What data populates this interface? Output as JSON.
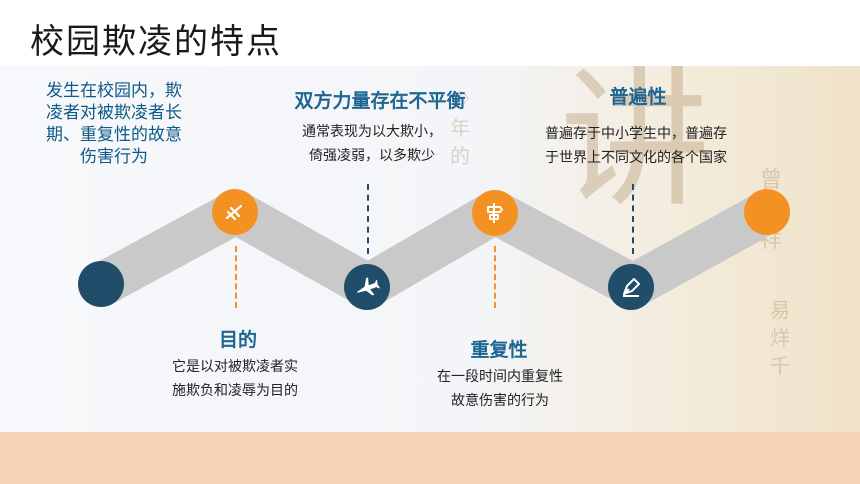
{
  "title": "校园欺凌的特点",
  "definition": [
    "发生在校园内，欺",
    "凌者对被欺凌者长",
    "期、重复性的故意",
    "伤害行为"
  ],
  "points": {
    "purpose": {
      "heading": "目的",
      "lines": [
        "它是以对被欺凌者实",
        "施欺负和凌辱为目的"
      ]
    },
    "imbalance": {
      "heading": "双方力量存在不平衡",
      "lines": [
        "通常表现为以大欺小，",
        "倚强凌弱，以多欺少"
      ]
    },
    "repetition": {
      "heading": "重复性",
      "lines": [
        "在一段时间内重复性",
        "故意伤害的行为"
      ]
    },
    "universality": {
      "heading": "普遍性",
      "lines": [
        "普遍存于中小学生中，普遍存",
        "于世界上不同文化的各个国家"
      ]
    }
  },
  "colors": {
    "orange": "#f39222",
    "navy": "#1f4d6a",
    "blue_text": "#0e5a88",
    "band": "#c9c9c9",
    "bottom_bar": "#f6d4b8"
  }
}
